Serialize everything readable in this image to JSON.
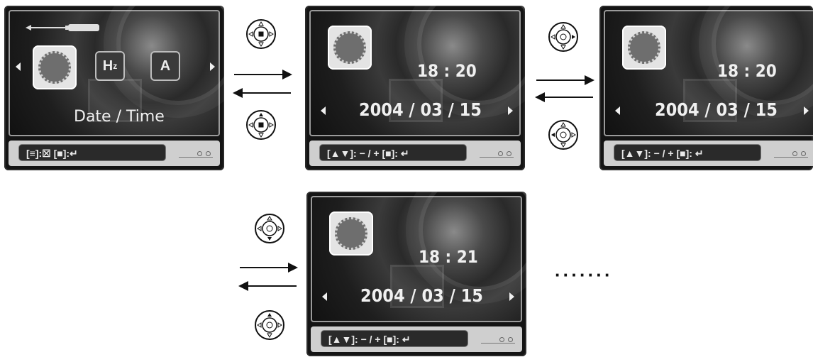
{
  "menu_screen": {
    "label": "Date / Time",
    "icon_h": "H",
    "icon_h_sub": "z",
    "icon_a": "A",
    "bar_text": "[≡]:☒  [■]:↵"
  },
  "date_screen_1": {
    "time": "18 : 20",
    "date": "2004 / 03 / 15",
    "bar_text": "[▲▼]: − / +  [■]: ↵"
  },
  "date_screen_2": {
    "time": "18 : 20",
    "date": "2004 / 03 / 15",
    "bar_text": "[▲▼]: − / +  [■]: ↵"
  },
  "date_screen_3": {
    "time": "18 : 21",
    "date": "2004 / 03 / 15",
    "bar_text": "[▲▼]: − / +  [■]: ↵"
  },
  "continuation": "·······",
  "icons": [
    "clock-icon",
    "dpad-center-icon",
    "dpad-up-icon",
    "dpad-right-icon",
    "dpad-left-icon",
    "dpad-down-icon"
  ]
}
